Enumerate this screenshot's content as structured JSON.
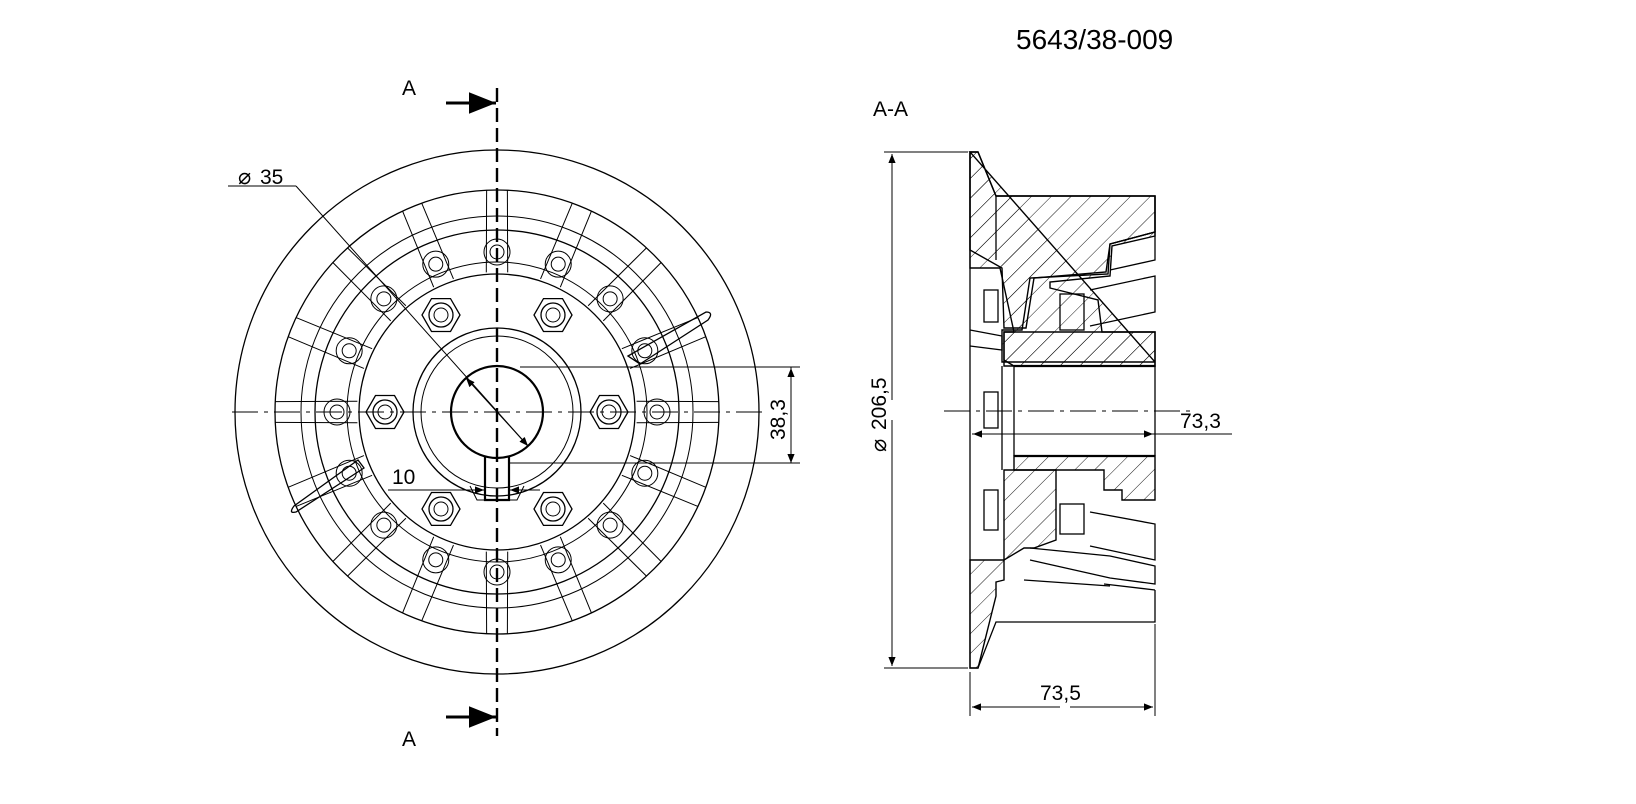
{
  "drawing": {
    "part_number": "5643/38-009",
    "section_label": "A-A",
    "cut_marker_top": "A",
    "cut_marker_bottom": "A"
  },
  "dimensions": {
    "bore_diameter": "35",
    "height_38": "38,3",
    "keyway_width": "10",
    "outer_diameter": "206,5",
    "section_depth": "73,3",
    "overall_width": "73,5"
  }
}
